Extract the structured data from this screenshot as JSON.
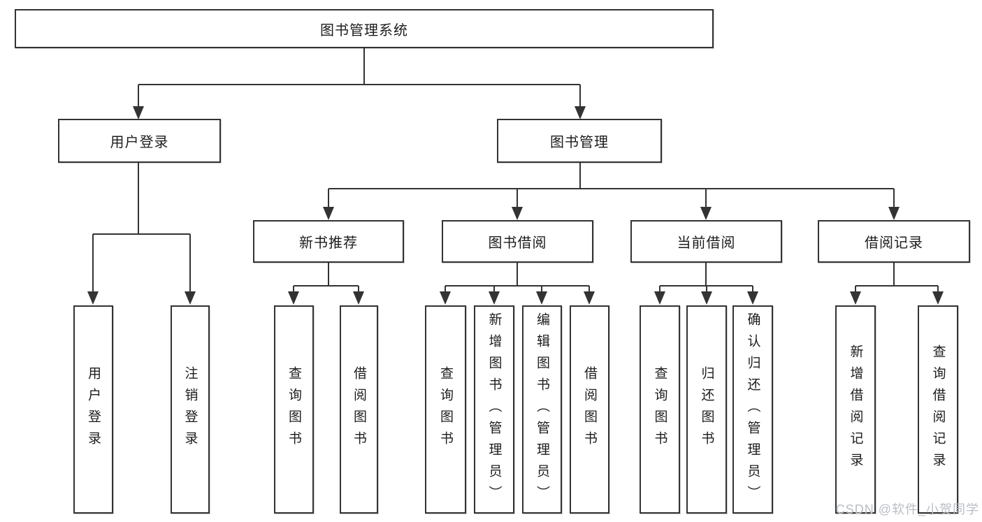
{
  "tree": {
    "label": "图书管理系统",
    "children": [
      {
        "label": "用户登录",
        "children": [
          {
            "label": "用户登录"
          },
          {
            "label": "注销登录"
          }
        ]
      },
      {
        "label": "图书管理",
        "children": [
          {
            "label": "新书推荐",
            "children": [
              {
                "label": "查询图书"
              },
              {
                "label": "借阅图书"
              }
            ]
          },
          {
            "label": "图书借阅",
            "children": [
              {
                "label": "查询图书"
              },
              {
                "label": "新增图书（管理员）"
              },
              {
                "label": "编辑图书（管理员）"
              },
              {
                "label": "借阅图书"
              }
            ]
          },
          {
            "label": "当前借阅",
            "children": [
              {
                "label": "查询图书"
              },
              {
                "label": "归还图书"
              },
              {
                "label": "确认归还（管理员）"
              }
            ]
          },
          {
            "label": "借阅记录",
            "children": [
              {
                "label": "新增借阅记录"
              },
              {
                "label": "查询借阅记录"
              }
            ]
          }
        ]
      }
    ]
  },
  "watermark": "CSDN @软件_小贺同学",
  "colors": {
    "line": "#333333",
    "box_border": "#333333",
    "text": "#1c1c1c",
    "watermark_text": "#b9bec5",
    "background": "#ffffff"
  }
}
